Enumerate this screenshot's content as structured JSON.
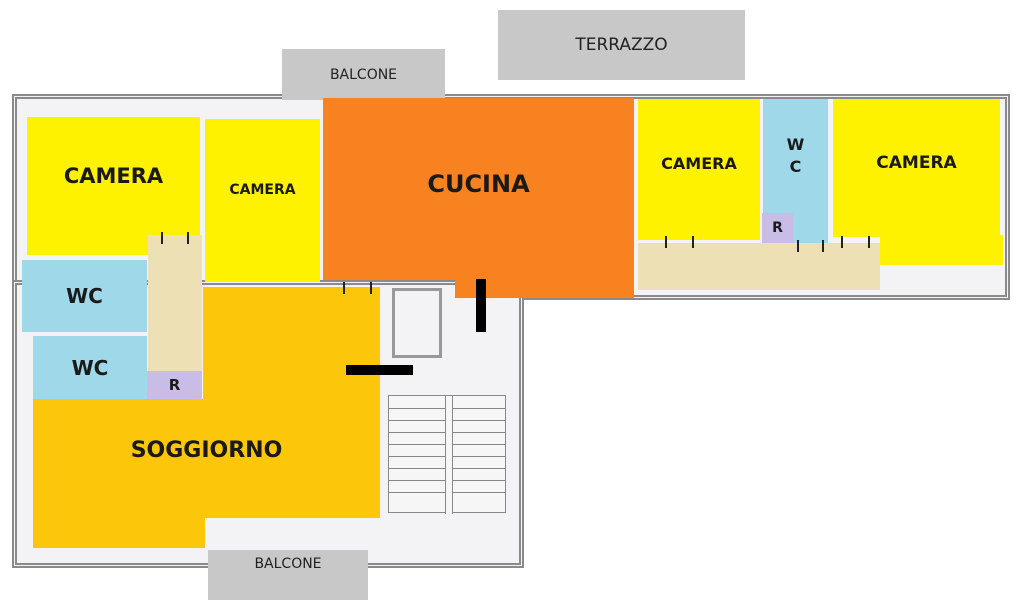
{
  "exterior": {
    "balcone_top": "BALCONE",
    "terrazzo": "TERRAZZO",
    "balcone_bottom": "BALCONE"
  },
  "rooms": {
    "camera_1": "CAMERA",
    "camera_2": "CAMERA",
    "cucina": "CUCINA",
    "camera_3": "CAMERA",
    "wc_right": "W C",
    "camera_4": "CAMERA",
    "wc_1": "WC",
    "wc_2": "WC",
    "r_left": "R",
    "r_right": "R",
    "soggiorno": "SOGGIORNO"
  },
  "colors": {
    "camera": "#fff200",
    "cucina": "#f7821f",
    "wc": "#9fd8e8",
    "corridoio": "#ede0b5",
    "ripostiglio": "#c9bce6",
    "soggiorno": "#fcc70a"
  }
}
